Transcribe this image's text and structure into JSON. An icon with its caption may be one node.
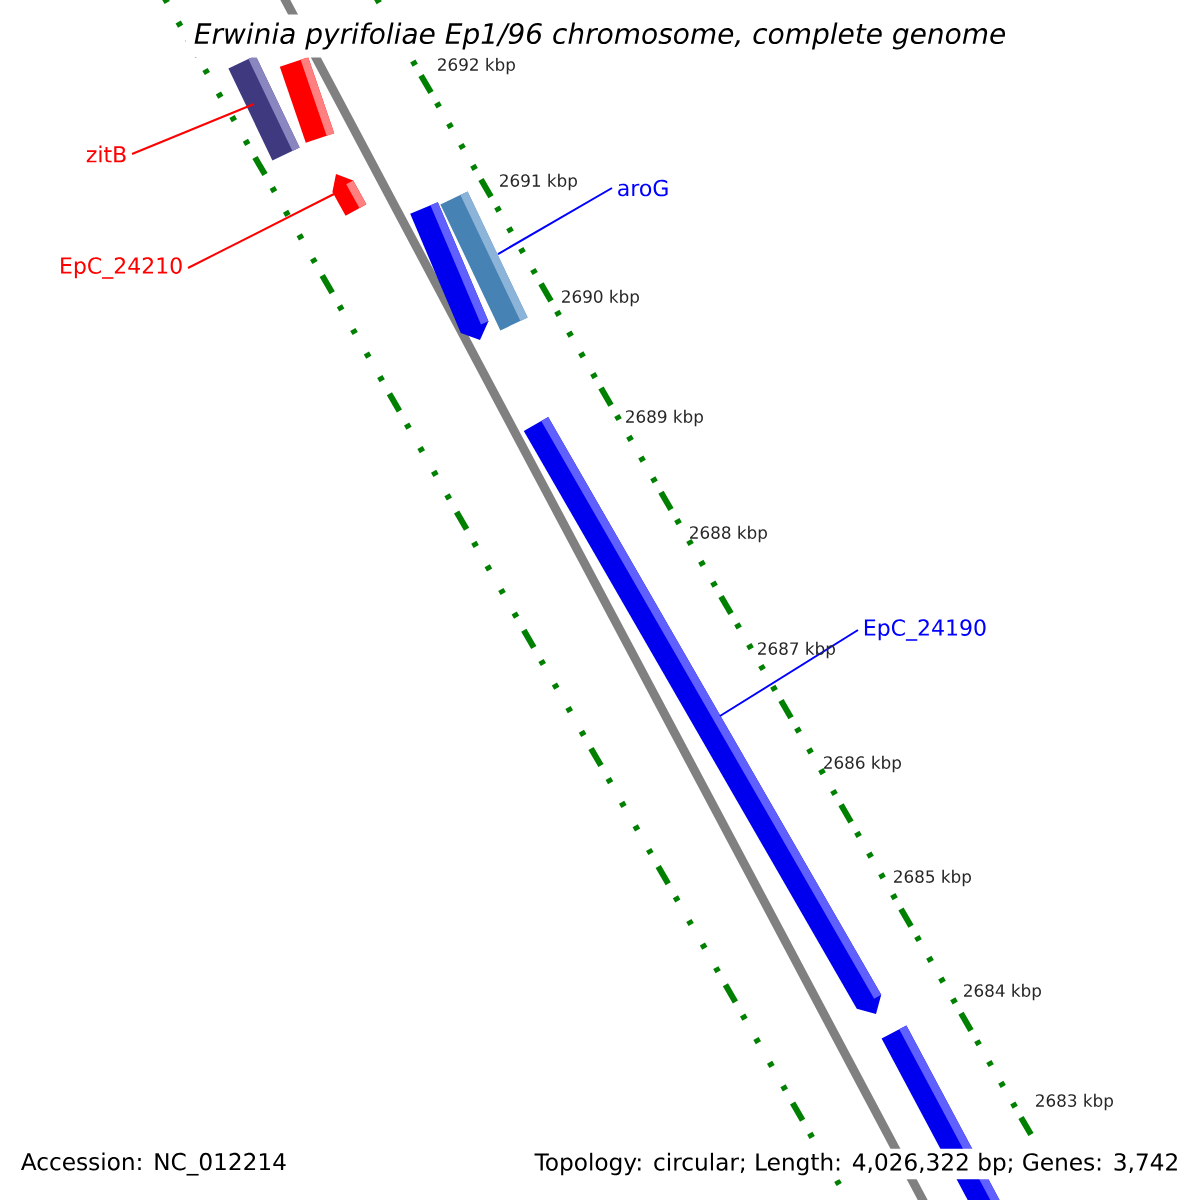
{
  "diagram": {
    "title": "Erwinia pyrifoliae Ep1/96 chromosome, complete genome",
    "nodes": [
      {
        "text": [
          "zitB"
        ]
      },
      {
        "text": [
          "EpC_24210"
        ]
      },
      {
        "text": [
          "aroG"
        ]
      },
      {
        "text": [
          "EpC_24190"
        ]
      },
      {
        "text": [],
        "shape": "bar"
      },
      {
        "text": [],
        "shape": "bar"
      },
      {
        "text": [],
        "shape": "bar"
      },
      {
        "text": [],
        "shape": "bar"
      },
      {
        "text": [],
        "shape": "bar"
      },
      {
        "text": [],
        "shape": "bar"
      },
      {
        "text": [],
        "shape": "bar"
      }
    ],
    "edges": [
      {
        "from": 0,
        "to": 4,
        "arrow": "none",
        "color": "#ff0000"
      },
      {
        "from": 1,
        "to": 6,
        "arrow": "none",
        "color": "#ff0000"
      },
      {
        "from": 2,
        "to": 8,
        "arrow": "none",
        "color": "#0000ff"
      },
      {
        "from": 3,
        "to": 9,
        "arrow": "none",
        "color": "#0000ff"
      }
    ],
    "labels": [
      "2692 kbp",
      "2691 kbp",
      "2690 kbp",
      "2689 kbp",
      "2688 kbp",
      "2687 kbp",
      "2686 kbp",
      "2685 kbp",
      "2684 kbp",
      "2683 kbp",
      "Accession: NC_012214",
      "Topology: circular; Length: 4,026,322 bp; Genes: 3,742"
    ]
  }
}
